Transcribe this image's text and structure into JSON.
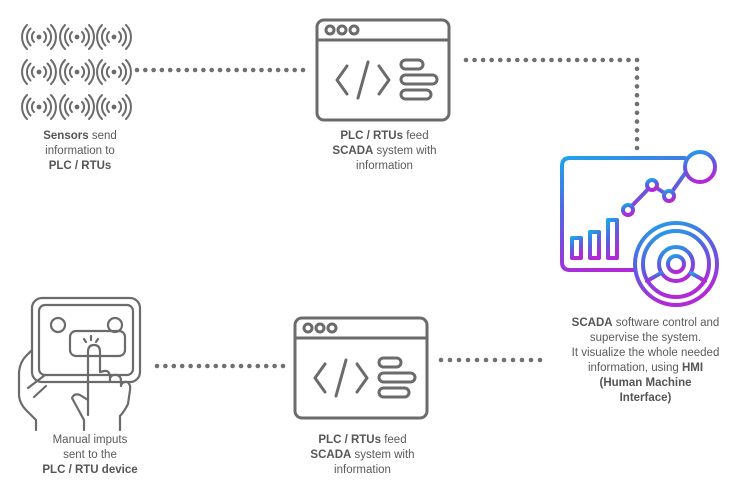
{
  "sensors_caption": {
    "line1_bold": "Sensors",
    "line1_rest": " send",
    "line2": "information to",
    "line3_bold": "PLC / RTUs"
  },
  "plc_top_caption": {
    "line1_bold": "PLC / RTUs",
    "line1_rest": " feed",
    "line2_bold": "SCADA",
    "line2_rest": " system with",
    "line3": "information"
  },
  "scada_caption": {
    "line1_bold": "SCADA",
    "line1_rest": " software control and",
    "line2": "supervise the system.",
    "line3": "It visualize the whole needed",
    "line4_rest": "information, using ",
    "line4_bold": "HMI",
    "line5_bold": "(Human Machine",
    "line6_bold": "Interface)"
  },
  "manual_caption": {
    "line1": "Manual imputs",
    "line2": "sent to the",
    "line3_bold": "PLC / RTU device"
  },
  "plc_bottom_caption": {
    "line1_bold": "PLC / RTUs",
    "line1_rest": " feed",
    "line2_bold": "SCADA",
    "line2_rest": " system with",
    "line3": "information"
  },
  "colors": {
    "icon_gray": "#6b6b6b",
    "dot_gray": "#707070",
    "gradient_top": "#1fa3e8",
    "gradient_mid": "#5a5ee0",
    "gradient_bottom": "#b02ad6"
  },
  "icons": [
    "sensor-grid-icon",
    "code-window-icon",
    "scada-dashboard-icon",
    "touch-panel-icon"
  ]
}
